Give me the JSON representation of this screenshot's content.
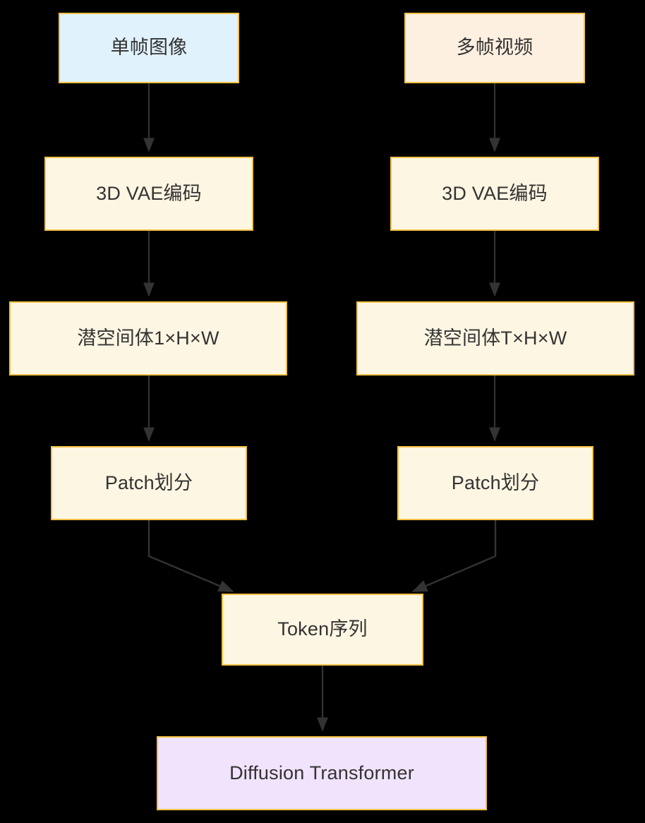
{
  "diagram": {
    "type": "flowchart",
    "direction": "top-to-bottom",
    "background_color": "#000000",
    "node_border_color": "#f5c244",
    "edge_color": "#333333",
    "text_color": "#333333",
    "nodes": [
      {
        "id": "image",
        "label": "单帧图像",
        "fill": "#e0f2fb",
        "column": "left"
      },
      {
        "id": "video",
        "label": "多帧视频",
        "fill": "#fdf0e0",
        "column": "right"
      },
      {
        "id": "vae_left",
        "label": "3D VAE编码",
        "fill": "#fdf6e3",
        "column": "left"
      },
      {
        "id": "vae_right",
        "label": "3D VAE编码",
        "fill": "#fdf6e3",
        "column": "right"
      },
      {
        "id": "latent_left",
        "label": "潜空间体1×H×W",
        "fill": "#fdf6e3",
        "column": "left"
      },
      {
        "id": "latent_right",
        "label": "潜空间体T×H×W",
        "fill": "#fdf6e3",
        "column": "right"
      },
      {
        "id": "patch_left",
        "label": "Patch划分",
        "fill": "#fdf6e3",
        "column": "left"
      },
      {
        "id": "patch_right",
        "label": "Patch划分",
        "fill": "#fdf6e3",
        "column": "right"
      },
      {
        "id": "token",
        "label": "Token序列",
        "fill": "#fdf6e3",
        "column": "center"
      },
      {
        "id": "dit",
        "label": "Diffusion Transformer",
        "fill": "#f0e3fb",
        "column": "center"
      }
    ],
    "edges": [
      {
        "from": "image",
        "to": "vae_left"
      },
      {
        "from": "video",
        "to": "vae_right"
      },
      {
        "from": "vae_left",
        "to": "latent_left"
      },
      {
        "from": "vae_right",
        "to": "latent_right"
      },
      {
        "from": "latent_left",
        "to": "patch_left"
      },
      {
        "from": "latent_right",
        "to": "patch_right"
      },
      {
        "from": "patch_left",
        "to": "token"
      },
      {
        "from": "patch_right",
        "to": "token"
      },
      {
        "from": "token",
        "to": "dit"
      }
    ]
  }
}
